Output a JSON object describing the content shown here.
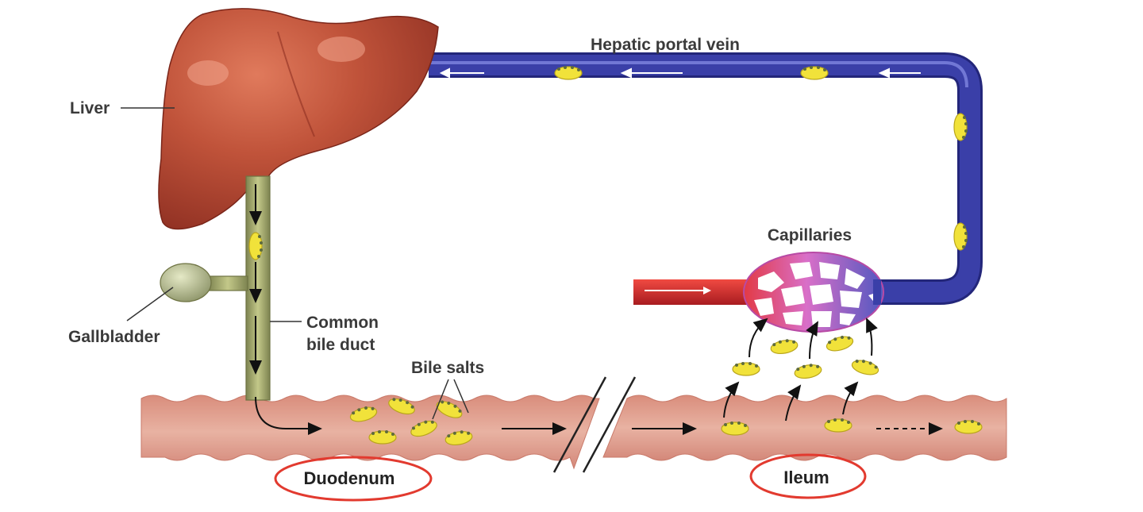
{
  "labels": {
    "hepatic_portal_vein": "Hepatic portal vein",
    "liver": "Liver",
    "gallbladder": "Gallbladder",
    "common_bile_duct_line1": "Common",
    "common_bile_duct_line2": "bile duct",
    "bile_salts": "Bile salts",
    "capillaries": "Capillaries",
    "duodenum": "Duodenum",
    "ileum": "Ileum"
  },
  "colors": {
    "liver": "#b5432f",
    "vein": "#3a3fa8",
    "artery": "#d2282c",
    "capillary_net": "#d86fc4",
    "intestine": "#e3a493",
    "bile_duct": "#9aa064",
    "gallbladder": "#b7be8a",
    "bile_salt": "#f1e23a",
    "highlight_ring": "#e23a2f"
  }
}
